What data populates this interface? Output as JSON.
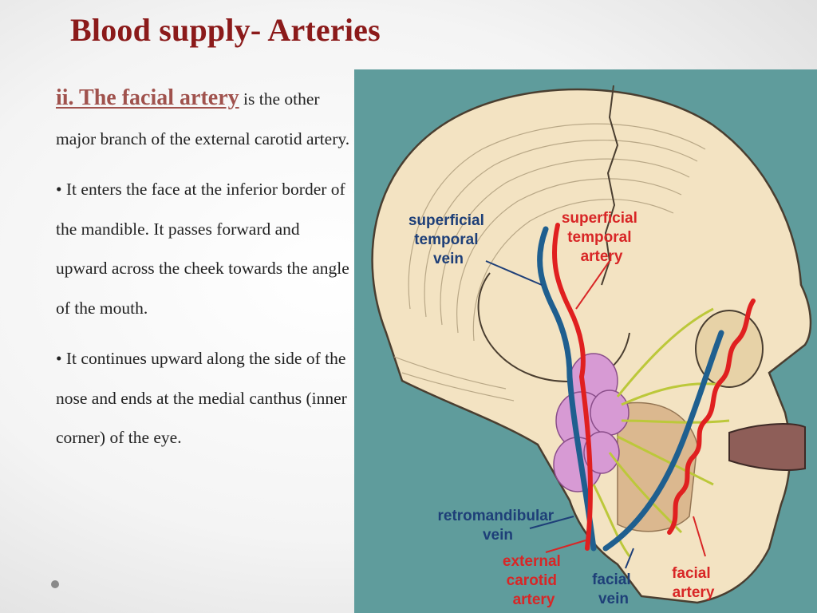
{
  "slide": {
    "title": "Blood supply- Arteries",
    "term": "ii. The facial artery",
    "intro_rest": "is the other major branch of the external carotid artery.",
    "bullets": [
      "• It enters the face at the inferior border of the mandible. It passes forward and upward across the cheek towards the angle of the mouth.",
      "• It continues upward along the side of the nose and ends at the medial canthus (inner corner) of the eye."
    ]
  },
  "diagram": {
    "labels": {
      "superficial_temporal_vein": [
        "superficial",
        "temporal",
        "vein"
      ],
      "superficial_temporal_artery": [
        "superficial",
        "temporal",
        "artery"
      ],
      "retromandibular_vein": [
        "retromandibular",
        "vein"
      ],
      "external_carotid_artery": [
        "external",
        "carotid",
        "artery"
      ],
      "facial_vein": [
        "facial",
        "vein"
      ],
      "facial_artery": [
        "facial",
        "artery"
      ]
    },
    "colors": {
      "background": "#5f9c9c",
      "bone": "#f3e3c2",
      "artery": "#e02020",
      "vein": "#1f5f8f",
      "gland": "#d79ad4",
      "nerve": "#bcc83a",
      "label_blue": "#1e3f78",
      "label_red": "#d82626"
    }
  }
}
